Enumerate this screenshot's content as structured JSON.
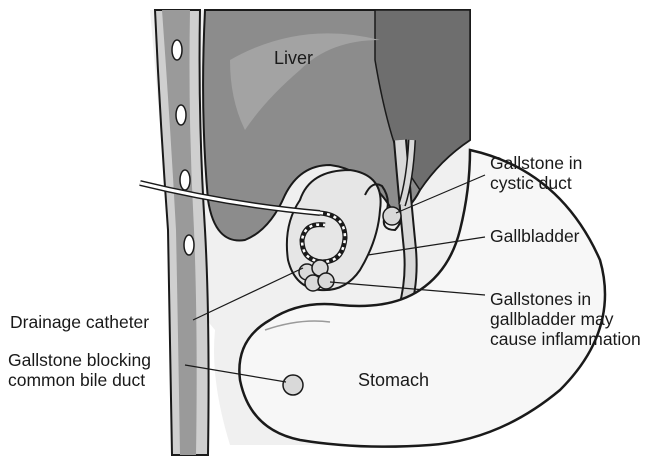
{
  "organs": {
    "liver": "Liver",
    "stomach": "Stomach"
  },
  "callouts": {
    "gallstone_cystic_duct": [
      "Gallstone in",
      "cystic duct"
    ],
    "gallbladder": [
      "Gallbladder"
    ],
    "gallstones_in_gallbladder": [
      "Gallstones in",
      "gallbladder may",
      "cause inflammation"
    ],
    "drainage_catheter": [
      "Drainage catheter"
    ],
    "gallstone_common_bile_duct": [
      "Gallstone blocking",
      "common bile duct"
    ]
  },
  "colors": {
    "liver_fill": "#8c8c8c",
    "liver_shadow": "#6e6e6e",
    "gallbladder_fill": "#e6e6e6",
    "body_bg": "#f2f2f2",
    "outline": "#1a1a1a"
  }
}
